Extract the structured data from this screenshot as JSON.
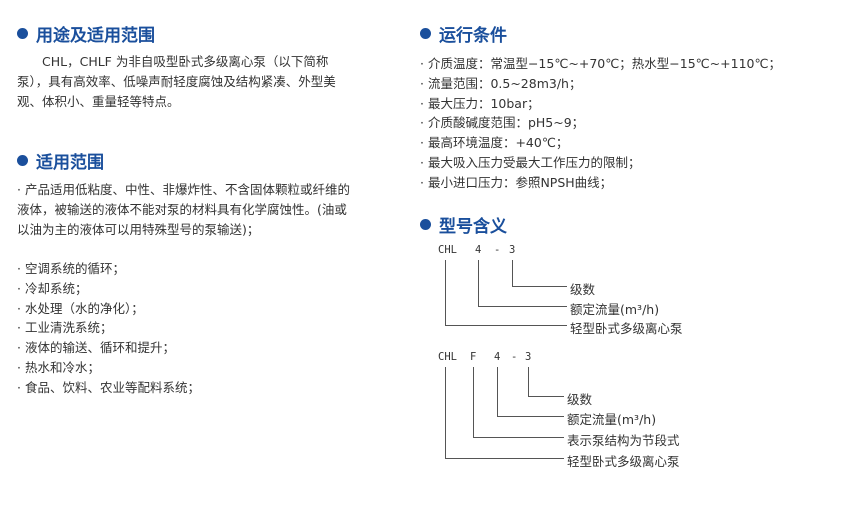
{
  "usage": {
    "title": "用途及适用范围",
    "paragraph": "CHL，CHLF 为非自吸型卧式多级离心泵（以下简称泵），具有高效率、低噪声耐轻度腐蚀及结构紧凑、外型美观、体积小、重量轻等特点。"
  },
  "scope": {
    "title": "适用范围",
    "intro": "· 产品适用低粘度、中性、非爆炸性、不含固体颗粒或纤维的液体，被输送的液体不能对泵的材料具有化学腐蚀性。(油或以油为主的液体可以用特殊型号的泵输送)；",
    "items": [
      "空调系统的循环；",
      "冷却系统；",
      "水处理（水的净化）；",
      "工业清洗系统；",
      "液体的输送、循环和提升；",
      "热水和冷水；",
      "食品、饮料、农业等配料系统；"
    ]
  },
  "conditions": {
    "title": "运行条件",
    "items": [
      "介质温度：常温型−15℃~+70℃；热水型−15℃~+110℃；",
      "流量范围：0.5~28m3/h；",
      "最大压力：10bar；",
      "介质酸碱度范围：pH5~9；",
      "最高环境温度：+40℃；",
      "最大吸入压力受最大工作压力的限制；",
      "最小进口压力：参照NPSH曲线；"
    ]
  },
  "model": {
    "title": "型号含义",
    "diagram1": {
      "code": [
        "CHL",
        "4",
        "-",
        "3"
      ],
      "labels": [
        "级数",
        "额定流量(m³/h)",
        "轻型卧式多级离心泵"
      ]
    },
    "diagram2": {
      "code": [
        "CHL",
        "F",
        "4",
        "-",
        "3"
      ],
      "labels": [
        "级数",
        "额定流量(m³/h)",
        "表示泵结构为节段式",
        "轻型卧式多级离心泵"
      ]
    }
  },
  "colors": {
    "heading": "#1a4f9c",
    "text": "#333333"
  }
}
